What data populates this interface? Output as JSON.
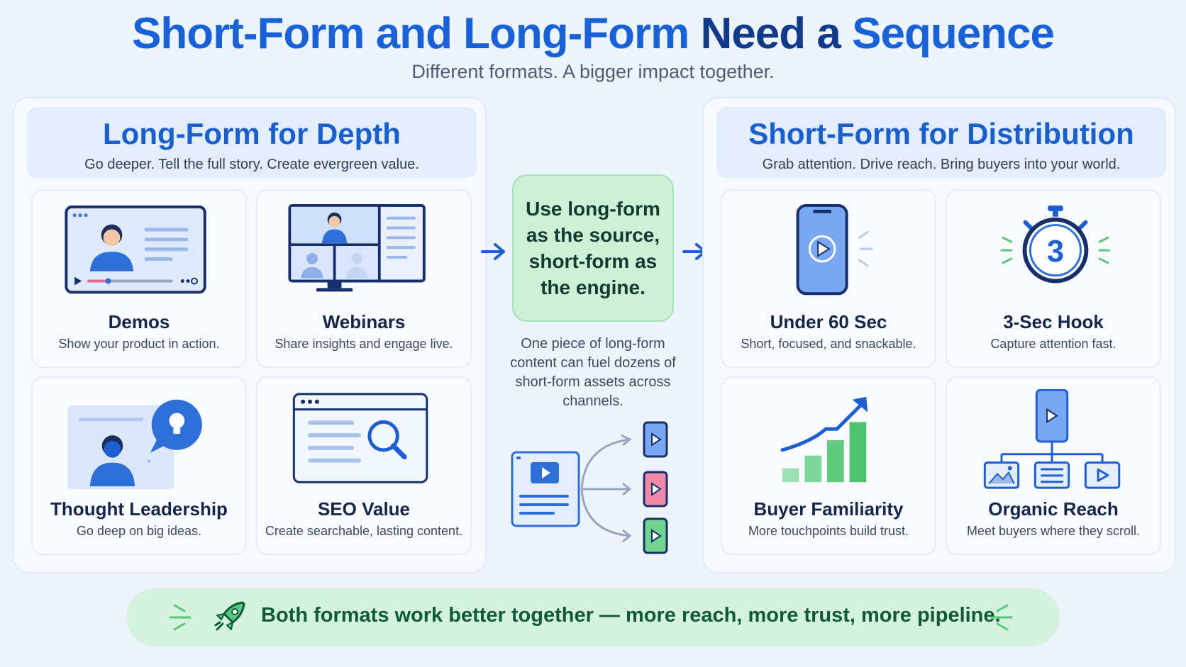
{
  "header": {
    "title_part1": "Short-Form and Long-Form",
    "title_part2": "Need a",
    "title_part3": "Sequence",
    "subtitle": "Different formats. A bigger impact together."
  },
  "long_form": {
    "heading": "Long-Form for Depth",
    "subheading": "Go deeper. Tell the full story. Create evergreen value.",
    "cards": [
      {
        "title": "Demos",
        "desc": "Show your product in action.",
        "icon": "video-player-icon"
      },
      {
        "title": "Webinars",
        "desc": "Share insights and engage live.",
        "icon": "webinar-monitor-icon"
      },
      {
        "title": "Thought Leadership",
        "desc": "Go deep on big ideas.",
        "icon": "lightbulb-speaker-icon"
      },
      {
        "title": "SEO Value",
        "desc": "Create searchable, lasting content.",
        "icon": "search-page-icon"
      }
    ]
  },
  "center": {
    "headline": "Use long-form as the source, short-form as the engine.",
    "note": "One piece of long-form content can fuel dozens of short-form assets across channels.",
    "diagram_icon": "content-split-icon"
  },
  "short_form": {
    "heading": "Short-Form for Distribution",
    "subheading": "Grab attention. Drive reach. Bring buyers into your world.",
    "cards": [
      {
        "title": "Under 60 Sec",
        "desc": "Short, focused, and snackable.",
        "icon": "phone-play-icon"
      },
      {
        "title": "3-Sec Hook",
        "desc": "Capture attention fast.",
        "icon": "stopwatch-icon",
        "badge": "3"
      },
      {
        "title": "Buyer Familiarity",
        "desc": "More touchpoints build trust.",
        "icon": "growth-chart-icon"
      },
      {
        "title": "Organic Reach",
        "desc": "Meet buyers where they scroll.",
        "icon": "distribution-tree-icon"
      }
    ]
  },
  "banner": {
    "text": "Both formats work better together — more reach, more trust, more pipeline.",
    "icon": "rocket-icon"
  },
  "colors": {
    "primary_blue": "#1861d9",
    "dark_blue": "#123a8a",
    "green_accent": "#58c97a",
    "green_bg": "#d4f2dd",
    "panel_bg": "#f7faff"
  }
}
